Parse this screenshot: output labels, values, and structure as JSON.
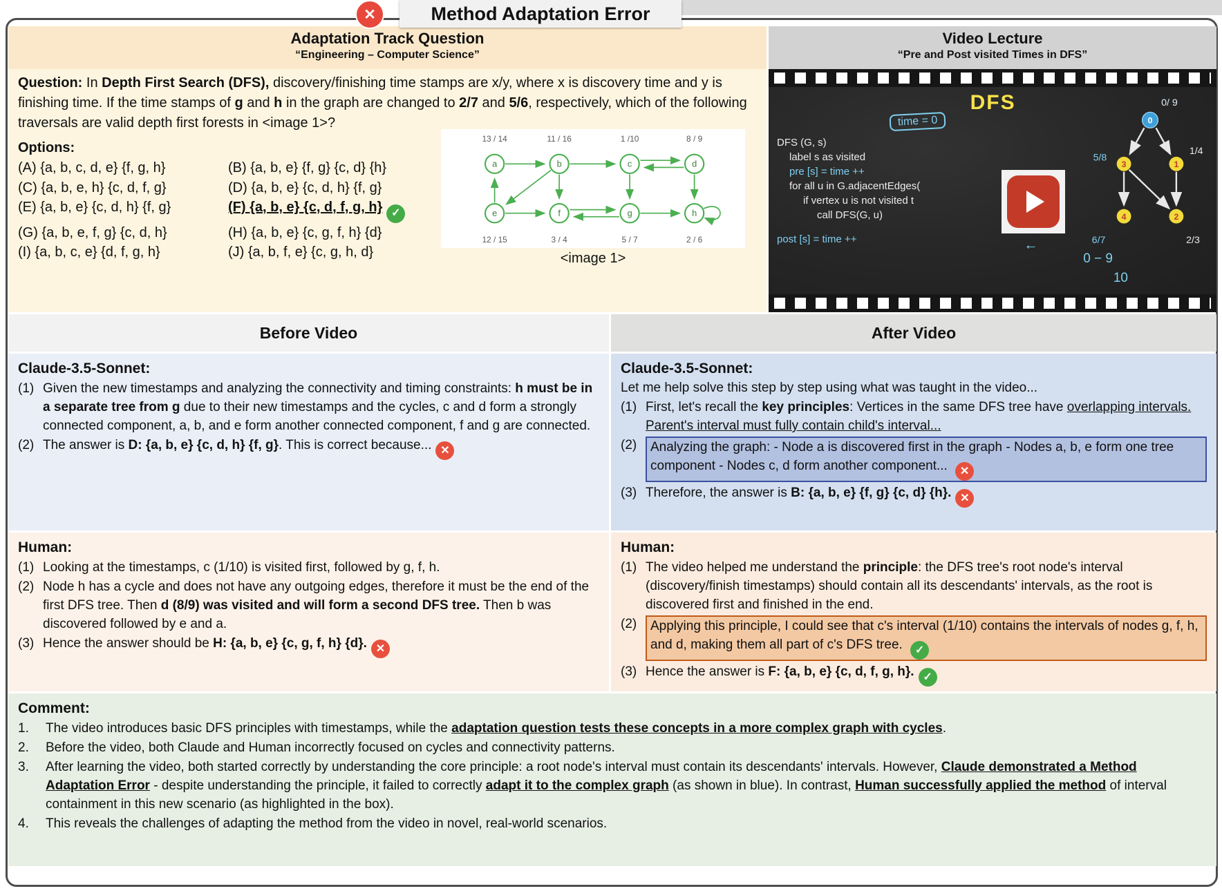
{
  "title": {
    "label": "Method Adaptation Error"
  },
  "question_panel": {
    "header": "Adaptation Track Question",
    "subheader": "“Engineering – Computer Science”",
    "question_rich": [
      {
        "t": "Question:",
        "b": true
      },
      {
        "t": " In "
      },
      {
        "t": "Depth First Search (DFS),",
        "b": true
      },
      {
        "t": " discovery/finishing time stamps are x/y, where x is discovery time and y is finishing time. If the time stamps of "
      },
      {
        "t": "g",
        "b": true
      },
      {
        "t": " and "
      },
      {
        "t": "h",
        "b": true
      },
      {
        "t": " in the graph are changed to "
      },
      {
        "t": "2/7",
        "b": true
      },
      {
        "t": " and "
      },
      {
        "t": "5/6",
        "b": true
      },
      {
        "t": ", respectively, which of the following traversals are valid depth first forests in <image 1>?"
      }
    ],
    "options_label": "Options:",
    "options": [
      {
        "key": "A",
        "segs": [
          {
            "t": "(A) {a, b, c, d, e} {f, g, h}"
          }
        ]
      },
      {
        "key": "B",
        "segs": [
          {
            "t": "(B) {a, b, e} {f, g} {c, d} {h}"
          }
        ]
      },
      {
        "key": "C",
        "segs": [
          {
            "t": "(C) {a, b, e, h} {c, d, f, g}"
          }
        ]
      },
      {
        "key": "D",
        "segs": [
          {
            "t": "(D) {a, b, e} {c, d, h} {f, g}"
          }
        ]
      },
      {
        "key": "E",
        "segs": [
          {
            "t": "(E) {a, b, e} {c, d, h} {f, g}"
          }
        ]
      },
      {
        "key": "F",
        "segs": [
          {
            "t": "(F) {a, b, e} {c, d, f, g, h}",
            "b": true,
            "u": true
          },
          {
            "icon": "check-icon"
          }
        ]
      },
      {
        "key": "G",
        "segs": [
          {
            "t": "(G) {a, b, e, f, g} {c, d, h}"
          }
        ]
      },
      {
        "key": "H",
        "segs": [
          {
            "t": "(H) {a, b, e} {c, g, f, h} {d}"
          }
        ]
      },
      {
        "key": "I",
        "segs": [
          {
            "t": "(I) {a, b, c, e} {d, f, g, h}"
          }
        ]
      },
      {
        "key": "J",
        "segs": [
          {
            "t": "(J) {a, b, f, e} {c, g, h, d}"
          }
        ]
      }
    ],
    "image_caption": "<image 1>"
  },
  "graph": {
    "nodes": {
      "a": {
        "label": "a",
        "ts": "13 / 14"
      },
      "b": {
        "label": "b",
        "ts": "11 / 16"
      },
      "c": {
        "label": "c",
        "ts": "1 /10"
      },
      "d": {
        "label": "d",
        "ts": "8 / 9"
      },
      "e": {
        "label": "e",
        "ts": "12 / 15"
      },
      "f": {
        "label": "f",
        "ts": "3 / 4"
      },
      "g": {
        "label": "g",
        "ts": "5 / 7"
      },
      "h": {
        "label": "h",
        "ts": "2 / 6"
      }
    },
    "edges": [
      [
        "a",
        "b"
      ],
      [
        "b",
        "c"
      ],
      [
        "c",
        "d"
      ],
      [
        "d",
        "c"
      ],
      [
        "b",
        "e"
      ],
      [
        "e",
        "a"
      ],
      [
        "b",
        "f"
      ],
      [
        "e",
        "f"
      ],
      [
        "f",
        "g"
      ],
      [
        "g",
        "f"
      ],
      [
        "c",
        "g"
      ],
      [
        "d",
        "h"
      ],
      [
        "g",
        "h"
      ],
      [
        "h",
        "h"
      ]
    ]
  },
  "video_panel": {
    "header": "Video Lecture",
    "subheader": "“Pre and Post visited Times in DFS”",
    "board": {
      "title": "DFS",
      "time_box": "time = 0",
      "arrow": "←",
      "code": [
        {
          "t": "DFS (G, s)",
          "c": "w",
          "i": 0
        },
        {
          "t": "label s as visited",
          "c": "w",
          "i": 1
        },
        {
          "t": "pre [s] = time ++",
          "c": "b",
          "i": 1
        },
        {
          "t": "for all u in G.adjacentEdges(",
          "c": "w",
          "i": 1
        },
        {
          "t": "if vertex u is not visited t",
          "c": "w",
          "i": 2
        },
        {
          "t": "call DFS(G, u)",
          "c": "w",
          "i": 3
        },
        {
          "t": "post [s] = time ++",
          "c": "b",
          "i": 0,
          "gap": true
        }
      ],
      "tree": {
        "n0": "0",
        "n1": "1",
        "n2": "2",
        "n3": "3",
        "n4": "4",
        "t0": "0/ 9",
        "t1": "1/4",
        "t2": "2/3",
        "t3": "5/8",
        "t4": "6/7",
        "note_a": "0 − 9",
        "note_b": "10"
      }
    }
  },
  "columns": {
    "before_label": "Before Video",
    "after_label": "After Video"
  },
  "claude_before": {
    "speaker": "Claude-3.5-Sonnet:",
    "items": [
      {
        "num": "(1)",
        "segs": [
          {
            "t": "Given the new timestamps and analyzing the connectivity and timing constraints: "
          },
          {
            "t": "h must be in a separate tree from g",
            "b": true
          },
          {
            "t": " due to their new timestamps and the cycles, c and d form a strongly connected component, a, b, and e form another connected component, f and g are connected."
          }
        ]
      },
      {
        "num": "(2)",
        "segs": [
          {
            "t": "The answer is "
          },
          {
            "t": "D: {a, b, e} {c, d, h} {f, g}",
            "b": true
          },
          {
            "t": ". This is correct because..."
          },
          {
            "icon": "cross-icon"
          }
        ]
      }
    ]
  },
  "claude_after": {
    "speaker": "Claude-3.5-Sonnet:",
    "intro": "Let me help solve this step by step using what was taught in the video...",
    "items": [
      {
        "num": "(1)",
        "segs": [
          {
            "t": "First, let's recall the "
          },
          {
            "t": "key principles",
            "b": true
          },
          {
            "t": ": Vertices in the same DFS tree have "
          },
          {
            "t": "overlapping intervals. Parent's interval must fully contain child's interval...",
            "u": true
          }
        ]
      },
      {
        "num": "(2)",
        "box": "box-blue",
        "segs": [
          {
            "t": "Analyzing the graph: - Node a is discovered first in the graph - Nodes a, b, e form one tree component - Nodes c, d form another component... "
          },
          {
            "icon": "cross-icon"
          }
        ]
      },
      {
        "num": "(3)",
        "segs": [
          {
            "t": "Therefore, the answer is "
          },
          {
            "t": "B: {a, b, e} {f, g} {c, d} {h}.",
            "b": true
          },
          {
            "icon": "cross-icon"
          }
        ]
      }
    ]
  },
  "human_before": {
    "speaker": "Human:",
    "items": [
      {
        "num": "(1)",
        "segs": [
          {
            "t": "Looking at the timestamps, c (1/10) is visited first, followed by g, f, h."
          }
        ]
      },
      {
        "num": "(2)",
        "segs": [
          {
            "t": "Node h has a cycle and does not have any outgoing edges, therefore it must be the end of the first DFS tree. Then "
          },
          {
            "t": "d (8/9) was visited and will form a second DFS tree.",
            "b": true
          },
          {
            "t": " Then b was discovered followed by e and a."
          }
        ]
      },
      {
        "num": "(3)",
        "segs": [
          {
            "t": "Hence the answer should be "
          },
          {
            "t": "H: {a, b, e} {c, g, f, h} {d}.",
            "b": true
          },
          {
            "icon": "cross-icon"
          }
        ]
      }
    ]
  },
  "human_after": {
    "speaker": "Human:",
    "items": [
      {
        "num": "(1)",
        "segs": [
          {
            "t": "The video helped me understand the "
          },
          {
            "t": "principle",
            "b": true
          },
          {
            "t": ": the DFS tree's root node's interval (discovery/finish timestamps) should contain all its descendants' intervals, as the root is discovered first and finished in the end."
          }
        ]
      },
      {
        "num": "(2)",
        "box": "box-orange",
        "segs": [
          {
            "t": "Applying this principle, I could see that c's interval (1/10) contains the intervals of nodes g, f, h, and d, making them all part of c's DFS tree. "
          },
          {
            "icon": "check-icon"
          }
        ]
      },
      {
        "num": "(3)",
        "segs": [
          {
            "t": "Hence the answer is "
          },
          {
            "t": "F: {a, b, e} {c, d, f, g, h}.",
            "b": true
          },
          {
            "icon": "check-icon"
          }
        ]
      }
    ]
  },
  "comment": {
    "header": "Comment:",
    "items": [
      {
        "num": "1.",
        "segs": [
          {
            "t": "The video introduces basic DFS principles with timestamps, while the "
          },
          {
            "t": "adaptation question tests these concepts in a more complex graph with cycles",
            "b": true,
            "u": true
          },
          {
            "t": "."
          }
        ]
      },
      {
        "num": "2.",
        "segs": [
          {
            "t": "Before the video, both Claude and Human incorrectly focused on cycles and connectivity patterns."
          }
        ]
      },
      {
        "num": "3.",
        "segs": [
          {
            "t": "After learning the video, both started correctly by understanding the core principle: a root node's interval must contain its descendants' intervals. However, "
          },
          {
            "t": "Claude demonstrated a Method Adaptation Error",
            "b": true,
            "u": true
          },
          {
            "t": " - despite understanding the principle, it failed to correctly "
          },
          {
            "t": "adapt it to the complex graph",
            "b": true,
            "u": true
          },
          {
            "t": " (as shown in blue). In contrast, "
          },
          {
            "t": "Human successfully applied the method",
            "b": true,
            "u": true
          },
          {
            "t": " of interval containment in this new scenario (as highlighted in the box)."
          }
        ]
      },
      {
        "num": "4.",
        "segs": [
          {
            "t": "This reveals the challenges of adapting the method from the video in novel, real-world scenarios."
          }
        ]
      }
    ]
  }
}
